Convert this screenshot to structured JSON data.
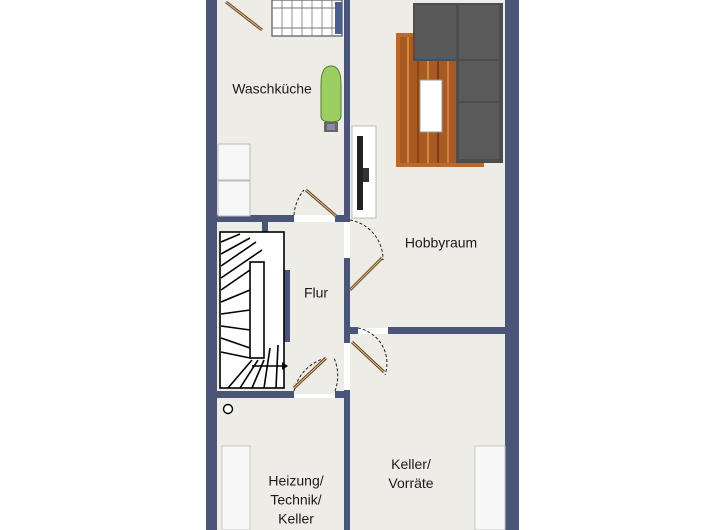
{
  "rooms": {
    "waschkueche": "Waschküche",
    "hobbyraum": "Hobbyraum",
    "flur": "Flur",
    "keller_vorraete": "Keller/\nVorräte",
    "heizung": "Heizung/\nTechnik/\nKeller"
  },
  "colors": {
    "wall": "#4a5577",
    "floor": "#eeece6",
    "sofa": "#4d4d4d",
    "rug": "#b86a2e"
  }
}
